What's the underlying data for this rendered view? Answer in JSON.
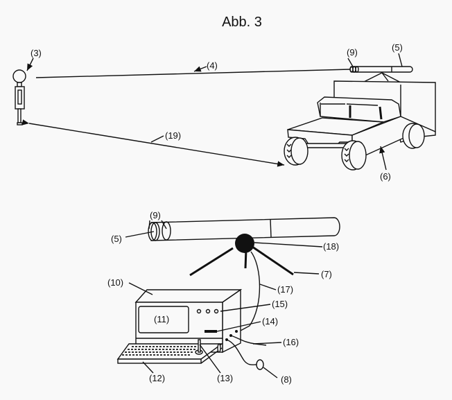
{
  "figure": {
    "title": "Abb. 3"
  },
  "labels": {
    "person": "(3)",
    "beam_out": "(4)",
    "tube_vehicle": "(5)",
    "vehicle": "(6)",
    "beam_return": "(19)",
    "optics_vehicle": "(9)",
    "optics": "(9)",
    "tube": "(5)",
    "mount": "(18)",
    "tripod": "(7)",
    "computer": "(10)",
    "cable": "(17)",
    "buttons": "(15)",
    "screen": "(11)",
    "slot": "(14)",
    "power_cable": "(16)",
    "keyboard": "(12)",
    "joystick": "(13)",
    "trigger": "(8)"
  }
}
